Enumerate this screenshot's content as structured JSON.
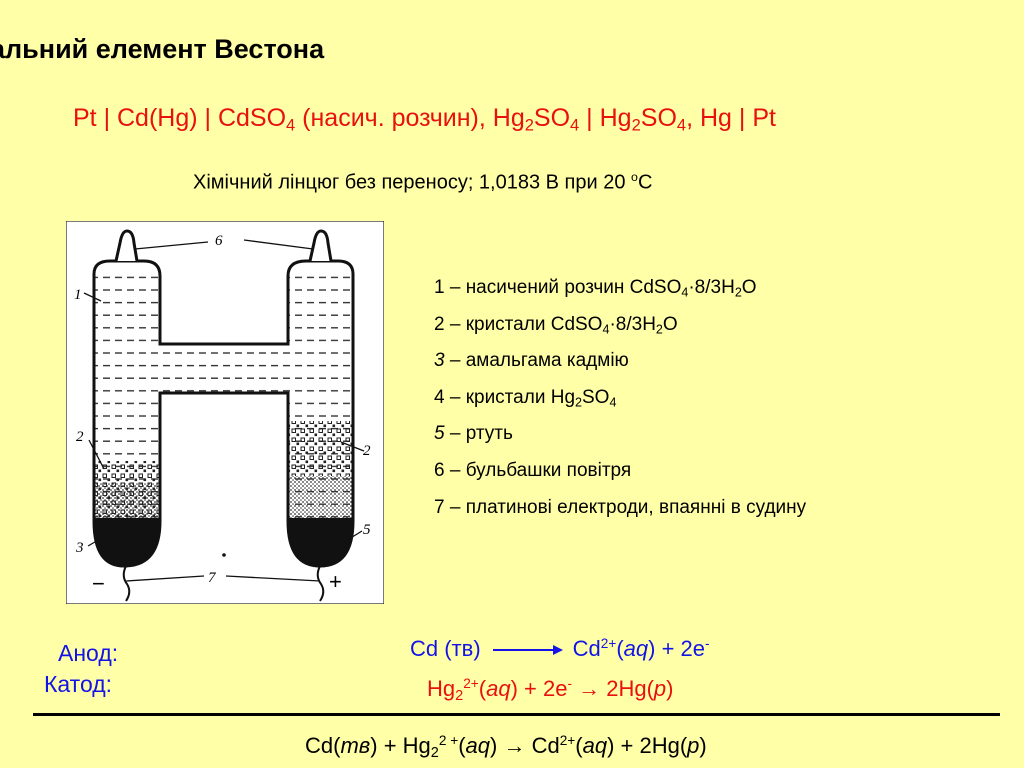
{
  "slide": {
    "title": "альний елемент Вестона",
    "scheme": {
      "p1": "Pt | Cd(Hg) | CdSO",
      "s1": "4",
      "p2": " (насич. розчин), Hg",
      "s2": "2",
      "p3": "SO",
      "s3": "4",
      "p4": " | Hg",
      "s4": "2",
      "p5": "SO",
      "s5": "4",
      "p6": ", Hg | Pt"
    },
    "subtitle": {
      "text": "Хімічний лінцюг без переносу; 1,0183 В при 20 ",
      "sup": "o",
      "tail": "С"
    }
  },
  "diagram": {
    "labels": [
      "1",
      "2",
      "3",
      "2",
      "5",
      "6",
      "7"
    ],
    "minus": "−",
    "plus": "+"
  },
  "legend": {
    "l1": {
      "a": "1 – насичений розчин CdSO",
      "s1": "4",
      "b": "·8/3H",
      "s2": "2",
      "c": "O"
    },
    "l2": {
      "a": "2 – кристали CdSO",
      "s1": "4",
      "b": "·8/3H",
      "s2": "2",
      "c": "O"
    },
    "l3": {
      "n": "3",
      "t": " – амальгама кадмію"
    },
    "l4": {
      "a": "4 – кристали Hg",
      "s1": "2",
      "b": "SO",
      "s2": "4"
    },
    "l5": {
      "n": "5",
      "t": " – ртуть"
    },
    "l6": "6 – бульбашки повітря",
    "l7": "7 – платинові електроди, впаянні в судину"
  },
  "reactions": {
    "anode_label": "Анод:",
    "cathode_label": "Катод:",
    "anode": {
      "left": "Cd (тв)",
      "right_a": "Cd",
      "right_sup": "2+",
      "right_b": "(",
      "aq": "aq",
      "right_c": ") + 2e",
      "e_sup": "-"
    },
    "cathode": {
      "a": "Hg",
      "s": "2",
      "sup": "2+",
      "b": "(",
      "aq": "aq",
      "c": ") + 2e",
      "esup": "-",
      "d": " → 2Hg(",
      "p": "p",
      "e": ")"
    },
    "overall": {
      "a": "Cd(",
      "tv": "тв",
      "b": ") + Hg",
      "s": "2",
      "sup": "2 +",
      "c": "(",
      "aq": "aq",
      "d": ") → Cd",
      "sup2": "2+",
      "e": "(",
      "aq2": "aq",
      "f": ") + 2Hg(",
      "p": "p",
      "g": ")"
    }
  },
  "colors": {
    "background": "#FFFFA8",
    "red": "#E8110F",
    "blue": "#1414E6"
  }
}
